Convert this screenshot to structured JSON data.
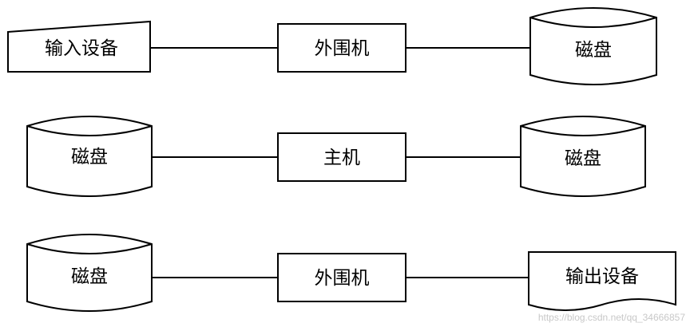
{
  "rows": [
    {
      "left": {
        "kind": "manual-input",
        "label": "输入设备"
      },
      "middle": {
        "kind": "process",
        "label": "外围机"
      },
      "right": {
        "kind": "disk",
        "label": "磁盘"
      }
    },
    {
      "left": {
        "kind": "disk",
        "label": "磁盘"
      },
      "middle": {
        "kind": "process",
        "label": "主机"
      },
      "right": {
        "kind": "disk",
        "label": "磁盘"
      }
    },
    {
      "left": {
        "kind": "disk",
        "label": "磁盘"
      },
      "middle": {
        "kind": "process",
        "label": "外围机"
      },
      "right": {
        "kind": "document",
        "label": "输出设备"
      }
    }
  ],
  "watermark": "https://blog.csdn.net/qq_34666857"
}
